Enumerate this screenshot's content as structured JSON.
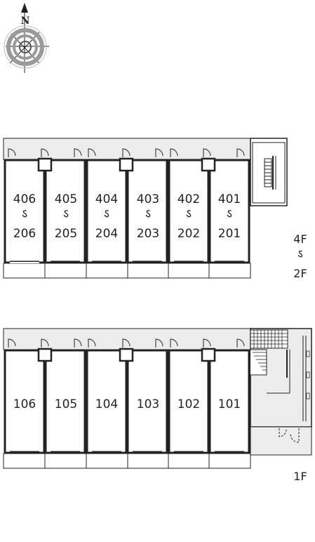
{
  "compass": {
    "label": "N"
  },
  "upper_floor": {
    "floor_label": [
      "4F",
      "ऽ",
      "2F"
    ],
    "units": [
      {
        "top": "406",
        "sep": "ऽ",
        "bottom": "206"
      },
      {
        "top": "405",
        "sep": "ऽ",
        "bottom": "205"
      },
      {
        "top": "404",
        "sep": "ऽ",
        "bottom": "204"
      },
      {
        "top": "403",
        "sep": "ऽ",
        "bottom": "203"
      },
      {
        "top": "402",
        "sep": "ऽ",
        "bottom": "202"
      },
      {
        "top": "401",
        "sep": "ऽ",
        "bottom": "201"
      }
    ]
  },
  "ground_floor": {
    "floor_label": "1F",
    "units": [
      "106",
      "105",
      "104",
      "103",
      "102",
      "101"
    ]
  },
  "colors": {
    "line": "#222222",
    "corridor": "#ececec",
    "compass_ring": "#9a9a9a"
  }
}
